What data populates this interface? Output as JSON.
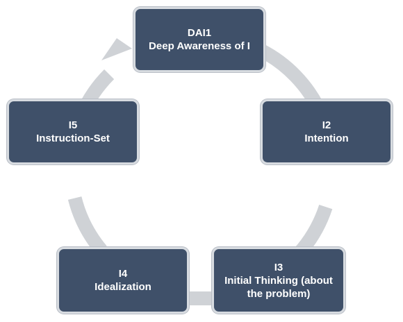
{
  "diagram": {
    "type": "cycle",
    "ring_color": "#cfd2d6",
    "node_fill": "#3f5069",
    "node_text_color": "#ffffff",
    "nodes": [
      {
        "id": "dai1",
        "code": "DAI1",
        "lines": [
          "Deep Awareness of I"
        ]
      },
      {
        "id": "i2",
        "code": "I2",
        "lines": [
          "Intention"
        ]
      },
      {
        "id": "i3",
        "code": "I3",
        "lines": [
          "Initial Thinking (about",
          "the problem)"
        ]
      },
      {
        "id": "i4",
        "code": "I4",
        "lines": [
          "Idealization"
        ]
      },
      {
        "id": "i5",
        "code": "I5",
        "lines": [
          "Instruction-Set"
        ]
      }
    ],
    "flow": [
      "dai1",
      "i2",
      "i3",
      "i4",
      "i5",
      "dai1"
    ]
  }
}
